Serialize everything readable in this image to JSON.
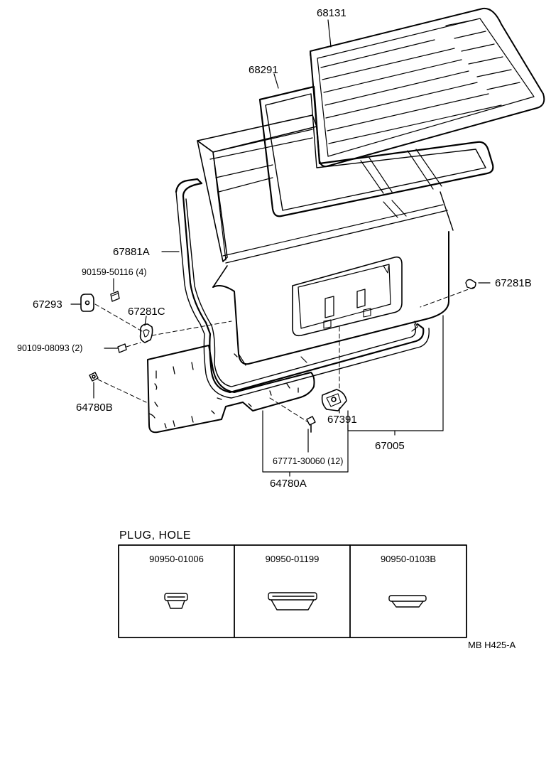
{
  "callouts": {
    "p68131": "68131",
    "p68291": "68291",
    "p67881A": "67881A",
    "p90159": "90159-50116 (4)",
    "p67293": "67293",
    "p67281C": "67281C",
    "p90109": "90109-08093 (2)",
    "p64780B": "64780B",
    "p67281B": "67281B",
    "p67391": "67391",
    "p67005": "67005",
    "p67771": "67771-30060 (12)",
    "p64780A": "64780A"
  },
  "plug_table": {
    "title": "PLUG, HOLE",
    "columns": [
      "90950-01006",
      "90950-01199",
      "90950-0103B"
    ]
  },
  "footer": "MB  H425-A"
}
